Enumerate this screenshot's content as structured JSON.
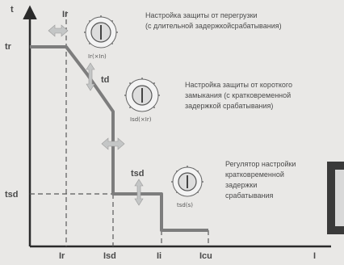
{
  "axes": {
    "y_label": "t",
    "x_label": "I",
    "y_ticks": [
      "tr",
      "tsd"
    ],
    "x_ticks": [
      "Ir",
      "Isd",
      "Ii",
      "Icu"
    ]
  },
  "curve_labels": {
    "ir": "Ir",
    "td": "td",
    "tsd": "tsd"
  },
  "dial_captions": {
    "dial1": "Ir(×In)",
    "dial2": "Isd(×Ir)",
    "dial3": "tsd(s)"
  },
  "annotations": {
    "a1_line1": "Настройка защиты от перегрузки",
    "a1_line2": "(с длительной задержкойсрабатывания)",
    "a2_line1": "Настройка защиты от короткого",
    "a2_line2": "замыкания (с кратковременной",
    "a2_line3": "задержкой срабатывания)",
    "a3_line1": "Регулятор настройки",
    "a3_line2": "кратковременной",
    "a3_line3": "задержки",
    "a3_line4": "срабатывания"
  },
  "colors": {
    "axis": "#2a2a2a",
    "curve": "#7d7d7d",
    "dash": "#5a5a5a",
    "arrow": "#bfc0c0",
    "text": "#4a4a4a"
  }
}
